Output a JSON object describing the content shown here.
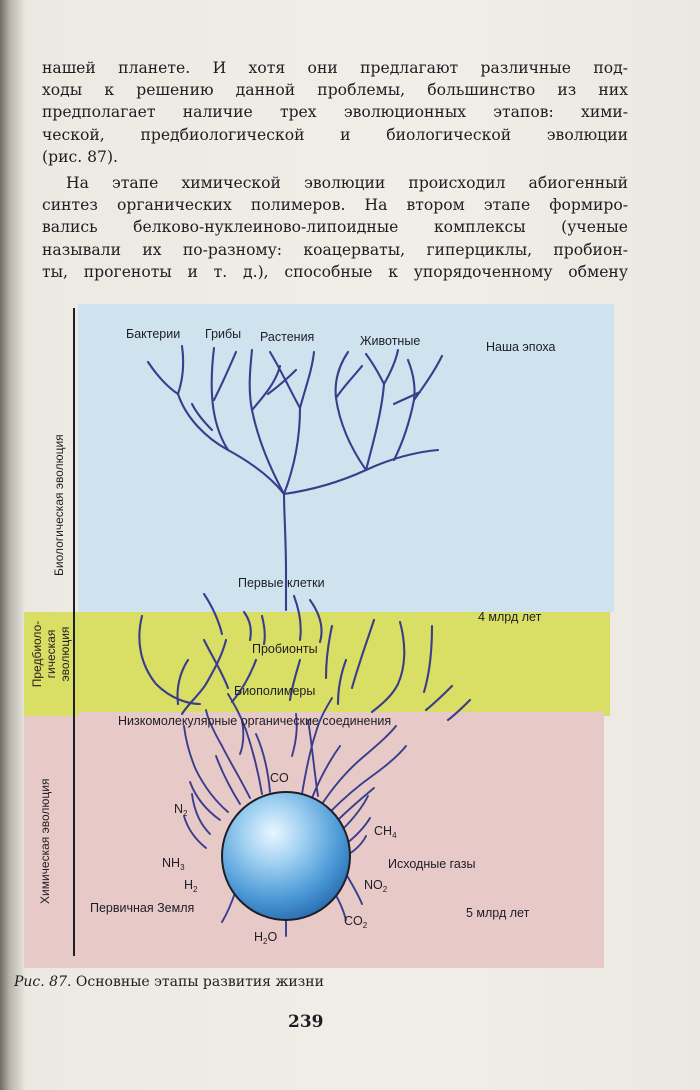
{
  "text": {
    "para1": [
      "нашей планете. И хотя они предлагают различные под-",
      "ходы к решению данной проблемы, большинство из них",
      "предполагает наличие трех эволюционных этапов: хими-",
      "ческой, предбиологической и биологической эволюции",
      "(рис. 87)."
    ],
    "para2": [
      "На этапе химической эволюции происходил абиогенный",
      "синтез органических полимеров. На втором этапе формиро-",
      "вались белково-нуклеиново-липоидные комплексы (ученые",
      "называли их по-разному: коацерваты, гиперциклы, пробион-",
      "ты, прогеноты и т. д.), способные к упорядоченному обмену"
    ]
  },
  "figure": {
    "stages": {
      "biological": "Биологическая эволюция",
      "prebiological": "Предбиоло-гическая эволюция",
      "chemical": "Химическая эволюция"
    },
    "top_labels": {
      "bacteria": "Бактерии",
      "fungi": "Грибы",
      "plants": "Растения",
      "animals": "Животные",
      "our_era": "Наша эпоха"
    },
    "first_cells": "Первые клетки",
    "time_4": "4 млрд лет",
    "probionts": "Пробионты",
    "biopolymers": "Биополимеры",
    "lmw": "Низкомолекулярные органические соединения",
    "gases": {
      "co": "CO",
      "n2": "N",
      "n2_sub": "2",
      "nh3": "NH",
      "nh3_sub": "3",
      "h2": "H",
      "h2_sub": "2",
      "ch4": "CH",
      "ch4_sub": "4",
      "no2": "NO",
      "no2_sub": "2",
      "co2": "CO",
      "co2_sub": "2",
      "h2o_a": "H",
      "h2o_sub": "2",
      "h2o_b": "O"
    },
    "initial_gases": "Исходные газы",
    "primary_earth": "Первичная Земля",
    "time_5": "5 млрд лет"
  },
  "caption": {
    "prefix": "Рис. 87.",
    "text": " Основные этапы развития жизни"
  },
  "page_number": "239",
  "colors": {
    "bio_band": "#cfe3ef",
    "prebio_band": "#d9de64",
    "chem_band": "#e7c9c7",
    "lines": "#3a3d8c"
  }
}
